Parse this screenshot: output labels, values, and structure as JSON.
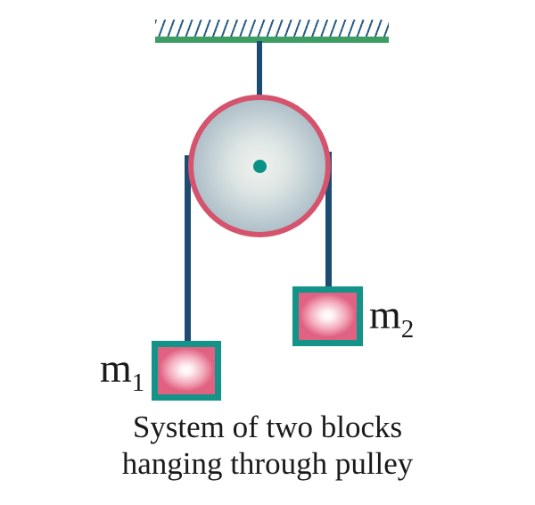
{
  "figure": {
    "type": "physics-diagram",
    "subject": "pulley with two hanging blocks",
    "labels": {
      "m1": {
        "base": "m",
        "sub": "1"
      },
      "m2": {
        "base": "m",
        "sub": "2"
      }
    },
    "caption": {
      "line1": "System of two blocks",
      "line2": "hanging through pulley"
    }
  },
  "colors": {
    "ceiling_green": "#3d9e64",
    "hatch_navy": "#2a5c85",
    "rope_navy": "#1d4c72",
    "pulley_rim_pink": "#d5536c",
    "pulley_face_edge": "#90a7b8",
    "pulley_face_center": "#f1f3ef",
    "hub_teal": "#0a9284",
    "block_border_teal": "#149489",
    "block_pink": "#e06181",
    "text_black": "#1a1a1a"
  }
}
